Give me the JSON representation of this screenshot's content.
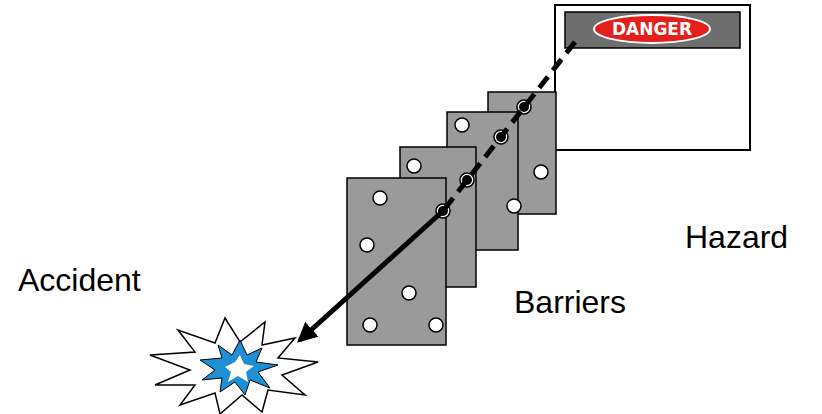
{
  "diagram": {
    "nodes": [
      {
        "text": [
          "DANGER"
        ]
      }
    ],
    "labels": [
      "Hazard",
      "Accident",
      "Barriers"
    ]
  }
}
